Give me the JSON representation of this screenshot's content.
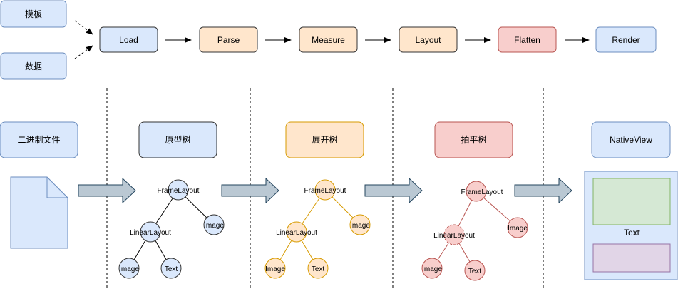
{
  "inputs": {
    "template": "模板",
    "data": "数据"
  },
  "pipeline": [
    {
      "key": "load",
      "label": "Load",
      "fill": "#dae8fc",
      "stroke": "#333333"
    },
    {
      "key": "parse",
      "label": "Parse",
      "fill": "#ffe6cc",
      "stroke": "#333333"
    },
    {
      "key": "measure",
      "label": "Measure",
      "fill": "#ffe6cc",
      "stroke": "#333333"
    },
    {
      "key": "layout",
      "label": "Layout",
      "fill": "#ffe6cc",
      "stroke": "#333333"
    },
    {
      "key": "flatten",
      "label": "Flatten",
      "fill": "#f8cecc",
      "stroke": "#b85450"
    },
    {
      "key": "render",
      "label": "Render",
      "fill": "#dae8fc",
      "stroke": "#6c8ebf"
    }
  ],
  "stages": {
    "binary_file": "二进制文件",
    "prototype_tree": "原型树",
    "expanded_tree": "展开树",
    "flattened_tree": "拍平树",
    "native_view": "NativeView"
  },
  "trees": {
    "prototype": {
      "root": "FrameLayout",
      "child_container": "LinearLayout",
      "side_leaf": "Image",
      "leaf_left": "Image",
      "leaf_right": "Text"
    },
    "expanded": {
      "root": "FrameLayout",
      "child_container": "LinearLayout",
      "side_leaf": "Image",
      "leaf_left": "Image",
      "leaf_right": "Text"
    },
    "flattened": {
      "root": "FrameLayout",
      "child_container": "LinearLayout",
      "side_leaf": "Image",
      "leaf_left": "Image",
      "leaf_right": "Text"
    }
  },
  "native_view_panel": {
    "text_label": "Text"
  },
  "colors": {
    "blue_fill": "#dae8fc",
    "blue_stroke": "#6c8ebf",
    "orange_fill": "#ffe6cc",
    "orange_stroke": "#d79b00",
    "red_fill": "#f8cecc",
    "red_stroke": "#b85450",
    "green_fill": "#d5e8d4",
    "green_stroke": "#82b366",
    "purple_fill": "#e1d5e7",
    "purple_stroke": "#9673a6",
    "arrow_fill": "#bac8d3",
    "arrow_stroke": "#23445d"
  }
}
